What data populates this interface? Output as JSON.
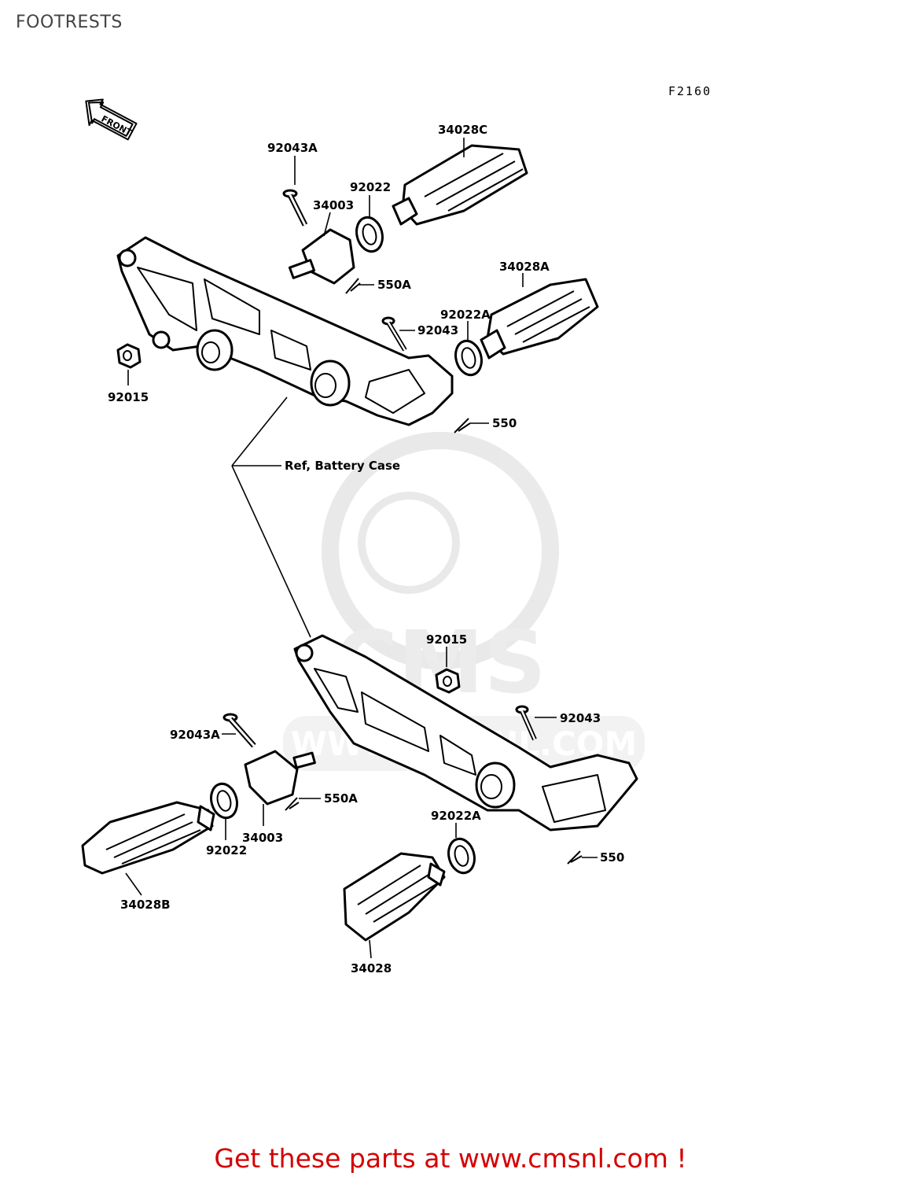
{
  "page": {
    "title": "FOOTRESTS",
    "figure_code": "F2160",
    "front_marker": "FRONT",
    "promo": "Get these parts at www.cmsnl.com !"
  },
  "watermark": {
    "text": "CMS",
    "url": "WWW.CMSNL.COM"
  },
  "labels": {
    "p92043A_top": "92043A",
    "p34003_top": "34003",
    "p92022_top": "92022",
    "p34028C": "34028C",
    "p550A_top": "550A",
    "p34028A": "34028A",
    "p92022A_top": "92022A",
    "p92043_top": "92043",
    "p92015_left": "92015",
    "p550_top": "550",
    "ref_battery": "Ref, Battery Case",
    "p92015_low": "92015",
    "p92043_low": "92043",
    "p92043A_low": "92043A",
    "p550A_low": "550A",
    "p92022A_low": "92022A",
    "p92022_low": "92022",
    "p34003_low": "34003",
    "p550_low": "550",
    "p34028B": "34028B",
    "p34028": "34028"
  }
}
